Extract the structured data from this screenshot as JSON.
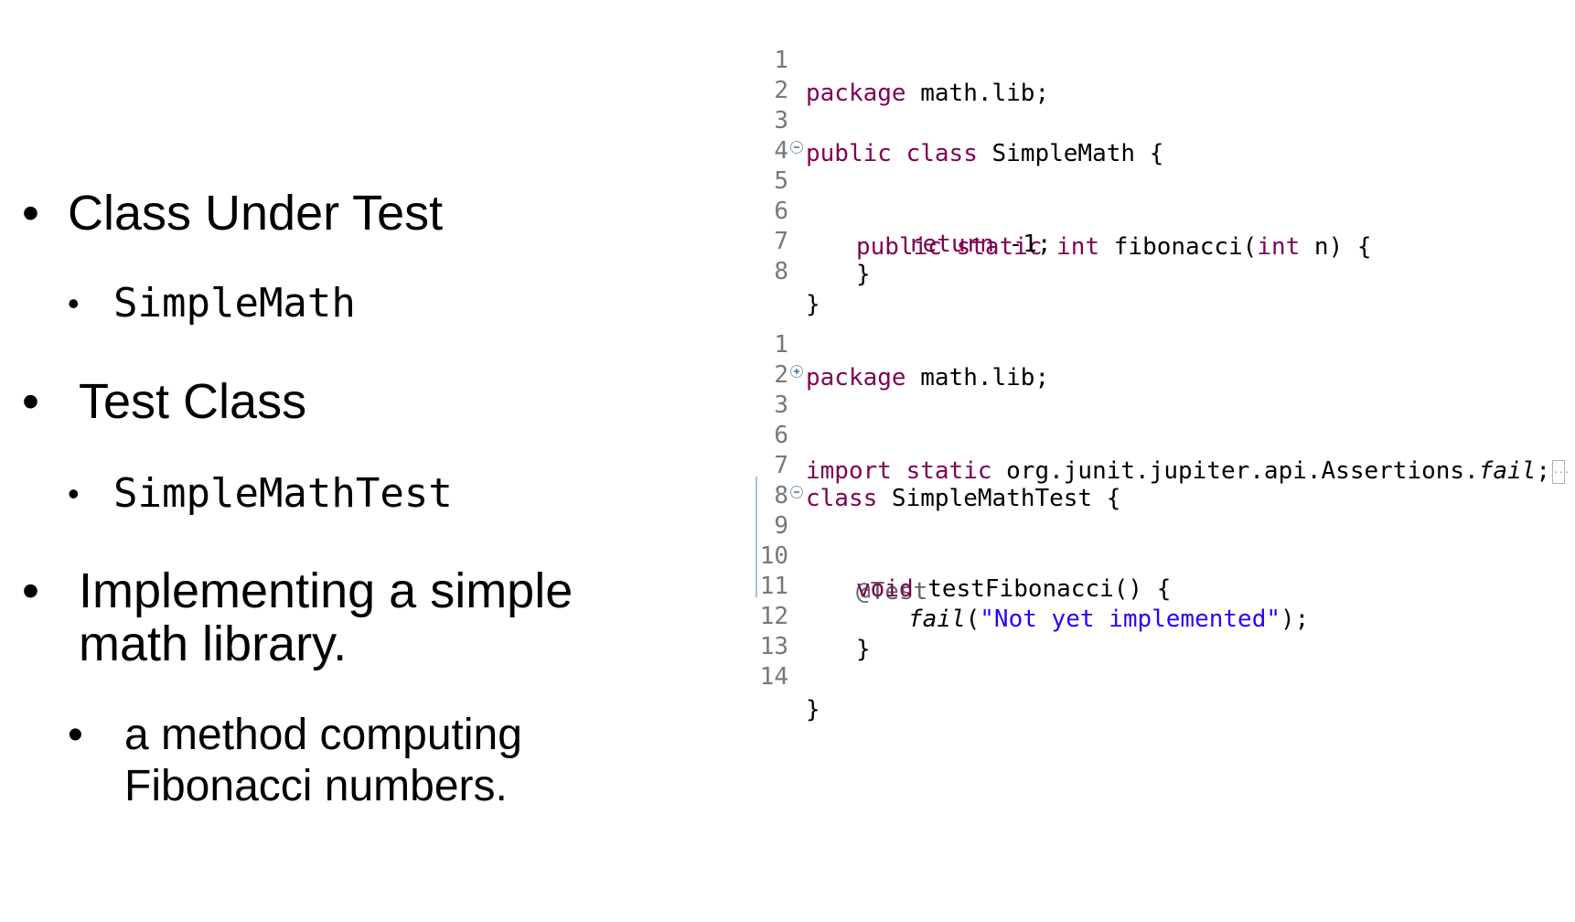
{
  "bullets": {
    "b1": "Class Under Test",
    "b1_sub": "SimpleMath",
    "b2": "Test Class",
    "b2_sub": "SimpleMathTest",
    "b3_l1": "Implementing a simple",
    "b3_l2": "math library.",
    "b3_sub_l1": "a method computing",
    "b3_sub_l2": "Fibonacci numbers.",
    "dot": "•"
  },
  "code1": {
    "lines": [
      {
        "n": "1"
      },
      {
        "n": "2"
      },
      {
        "n": "3"
      },
      {
        "n": "4"
      },
      {
        "n": "5"
      },
      {
        "n": "6"
      },
      {
        "n": "7"
      },
      {
        "n": "8"
      }
    ],
    "t": {
      "package": "package",
      "pkgname": " math.lib;",
      "public": "public",
      "class": "class",
      "classname": " SimpleMath {",
      "static": "static",
      "int": "int",
      "fib": " fibonacci(",
      "param": " n) {",
      "return": "return",
      "retval": " -1;",
      "close_inner": "}",
      "close_outer": "}"
    }
  },
  "code2": {
    "lines": [
      {
        "n": "1"
      },
      {
        "n": "2"
      },
      {
        "n": "3"
      },
      {
        "n": "6"
      },
      {
        "n": "7"
      },
      {
        "n": "8"
      },
      {
        "n": "9"
      },
      {
        "n": "10"
      },
      {
        "n": "11"
      },
      {
        "n": "12"
      },
      {
        "n": "13"
      },
      {
        "n": "14"
      }
    ],
    "t": {
      "package": "package",
      "pkgname": " math.lib;",
      "import": "import",
      "static": "static",
      "import_path": " org.junit.jupiter.api.Assertions.",
      "fail_method": "fail",
      "semicolon": ";",
      "class": "class",
      "classname": " SimpleMathTest {",
      "annotation": "@Test",
      "void": "void",
      "method": " testFibonacci() {",
      "fail_call": "fail",
      "paren_open": "(",
      "message": "\"Not yet implemented\"",
      "paren_close": ");",
      "close_inner": "}",
      "close_outer": "}"
    }
  },
  "icons": {
    "collapse": "⊖",
    "expand": "⊕",
    "collapsed_marker": "..."
  }
}
